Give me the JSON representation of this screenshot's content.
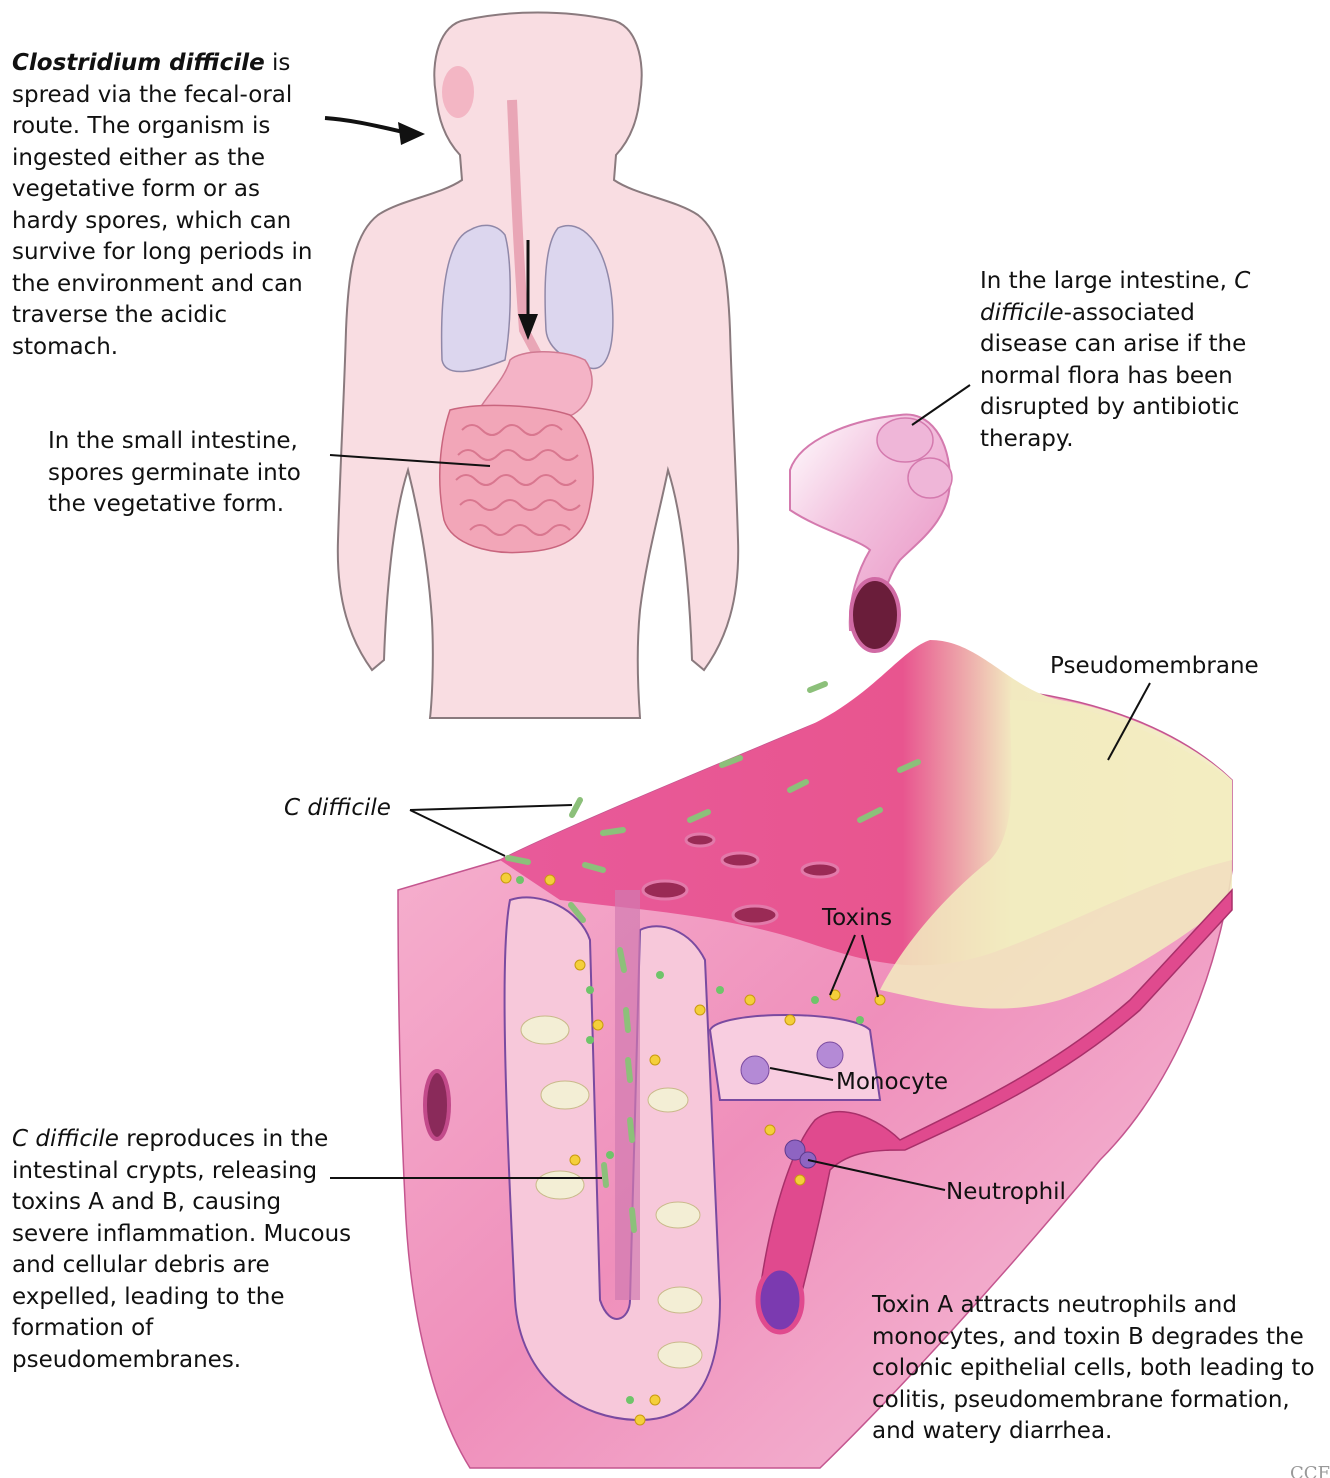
{
  "captions": {
    "transmission": {
      "organism_italic": "Clostridium difficile",
      "text": " is spread via the fecal-oral route. The organism is ingested either as the vegetative form or as hardy spores, which can survive for long periods in the environment and can traverse the acidic stomach."
    },
    "small_intestine": "In the small intestine, spores germinate into the vegetative form.",
    "large_intestine": {
      "prefix": "In the large intestine, ",
      "organism_italic": "C difficile",
      "suffix": "-associated disease can arise if the normal flora has been disrupted by antibiotic therapy."
    },
    "crypts": {
      "organism_italic": "C difficile",
      "text": " reproduces in the intestinal crypts, releasing toxins A and B, causing severe inflammation. Mucous and cellular debris are expelled, leading to the formation of pseudomembranes."
    },
    "toxin_effects": "Toxin A attracts neutrophils and monocytes, and toxin B degrades the colonic epithelial cells, both leading to colitis, pseudomembrane formation, and watery diarrhea."
  },
  "labels": {
    "pseudomembrane": "Pseudomembrane",
    "c_difficile": "C difficile",
    "toxins": "Toxins",
    "monocyte": "Monocyte",
    "neutrophil": "Neutrophil"
  },
  "corner_mark": "CCF",
  "colors": {
    "body_skin": "#f9dde2",
    "body_outline": "#8a7a7e",
    "lungs": "#dcd6ee",
    "intestine": "#f2a6b8",
    "tissue_pink": "#f47fb0",
    "pseudomembrane": "#f2ecbf",
    "bacteria_green": "#8cc07a",
    "toxin_yellow": "#f4cf3a",
    "cell_purple": "#9b6bc4"
  }
}
